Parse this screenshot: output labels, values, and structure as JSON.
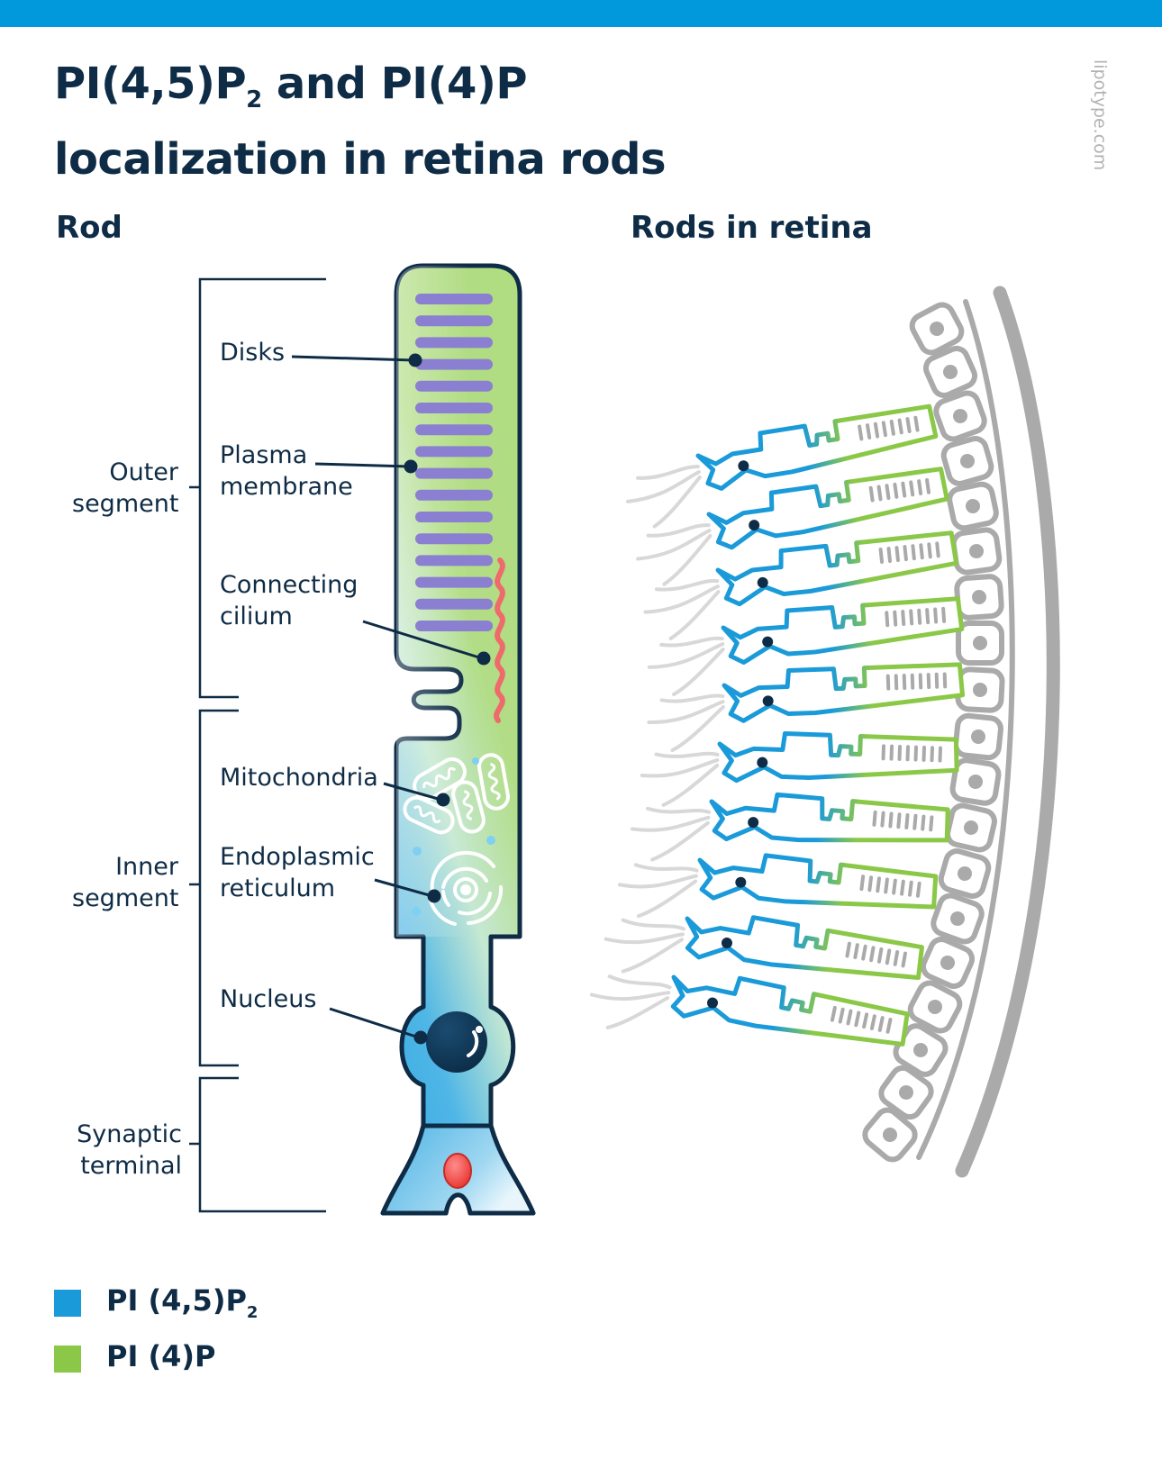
{
  "header": {
    "title_part1": "PI(4,5)P",
    "title_sub": "2",
    "title_part2": " and PI(4)P",
    "title_line2": "localization in retina rods",
    "credit": "lipotype.com"
  },
  "panels": {
    "left_heading": "Rod",
    "right_heading": "Rods in retina"
  },
  "segments": {
    "outer": "Outer\nsegment",
    "inner": "Inner\nsegment",
    "synaptic": "Synaptic\nterminal"
  },
  "labels": {
    "disks": "Disks",
    "plasma_membrane": "Plasma\nmembrane",
    "connecting_cilium": "Connecting\ncilium",
    "mitochondria": "Mitochondria",
    "endoplasmic_reticulum": "Endoplasmic\nreticulum",
    "nucleus": "Nucleus"
  },
  "legend": [
    {
      "text": "PI (4,5)P",
      "sub": "2",
      "color": "#1a9ad9"
    },
    {
      "text": "PI (4)P",
      "sub": "",
      "color": "#8bc848"
    }
  ],
  "colors": {
    "accent_bar": "#0199dc",
    "dark_outline": "#0f2c46",
    "pi45p2_blue": "#1a9ad9",
    "pi4p_green": "#8bc848",
    "disk_purple": "#8b7fd2",
    "cilium_red": "#ef6b6b",
    "retina_gray": "#b0b0b0"
  }
}
